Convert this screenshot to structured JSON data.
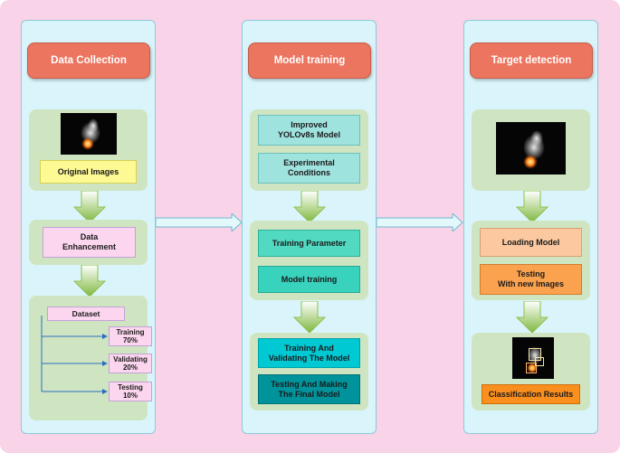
{
  "columns": {
    "data_collection": {
      "title": "Data Collection",
      "original_images": "Original Images",
      "data_enhancement": [
        "Data",
        "Enhancement"
      ],
      "dataset": "Dataset",
      "training": [
        "Training",
        "70%"
      ],
      "validating": [
        "Validating",
        "20%"
      ],
      "testing": [
        "Testing",
        "10%"
      ]
    },
    "model_training": {
      "title": "Model training",
      "improved_model": [
        "Improved",
        "YOLOv8s Model"
      ],
      "experimental_conditions": [
        "Experimental",
        "Conditions"
      ],
      "training_parameter": "Training Parameter",
      "model_training_box": "Model training",
      "training_validating": [
        "Training And",
        "Validating The Model"
      ],
      "testing_final": [
        "Testing And Making",
        "The Final Model"
      ]
    },
    "target_detection": {
      "title": "Target detection",
      "loading_model": "Loading Model",
      "testing_new": [
        "Testing",
        "With new Images"
      ],
      "classification_results": "Classification Results"
    }
  },
  "colors": {
    "background": "#f9d3e8",
    "column": "#d9f5fb",
    "header": "#ec7560",
    "panel": "#cfe5c1",
    "flow_arrow": "#8fc04e",
    "link_arrow": "#2b6ec1"
  }
}
